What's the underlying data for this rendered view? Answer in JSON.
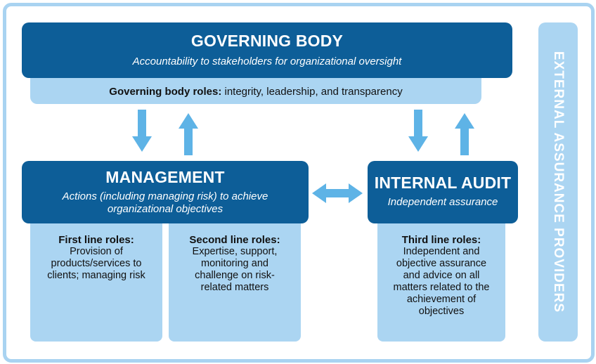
{
  "governing_body": {
    "title": "GOVERNING BODY",
    "subtitle": "Accountability to stakeholders for organizational oversight",
    "roles_label": "Governing body roles:",
    "roles_text": " integrity, leadership, and transparency"
  },
  "management": {
    "title": "MANAGEMENT",
    "subtitle": "Actions (including managing risk) to achieve organizational objectives",
    "first_line": {
      "label": "First line roles:",
      "text": "Provision of products/services to clients; managing risk"
    },
    "second_line": {
      "label": "Second line roles:",
      "text": "Expertise, support, monitoring and challenge on risk-related matters"
    }
  },
  "internal_audit": {
    "title": "INTERNAL AUDIT",
    "subtitle": "Independent assurance",
    "third_line": {
      "label": "Third line roles:",
      "text": "Independent and objective assurance and advice on all matters related to the achievement of objectives"
    }
  },
  "external": {
    "label": "EXTERNAL ASSURANCE PROVIDERS"
  },
  "colors": {
    "dark_blue": "#0d5e98",
    "light_blue": "#abd5f2",
    "arrow_blue": "#5eb3e6",
    "frame_blue": "#a9d3f1"
  }
}
